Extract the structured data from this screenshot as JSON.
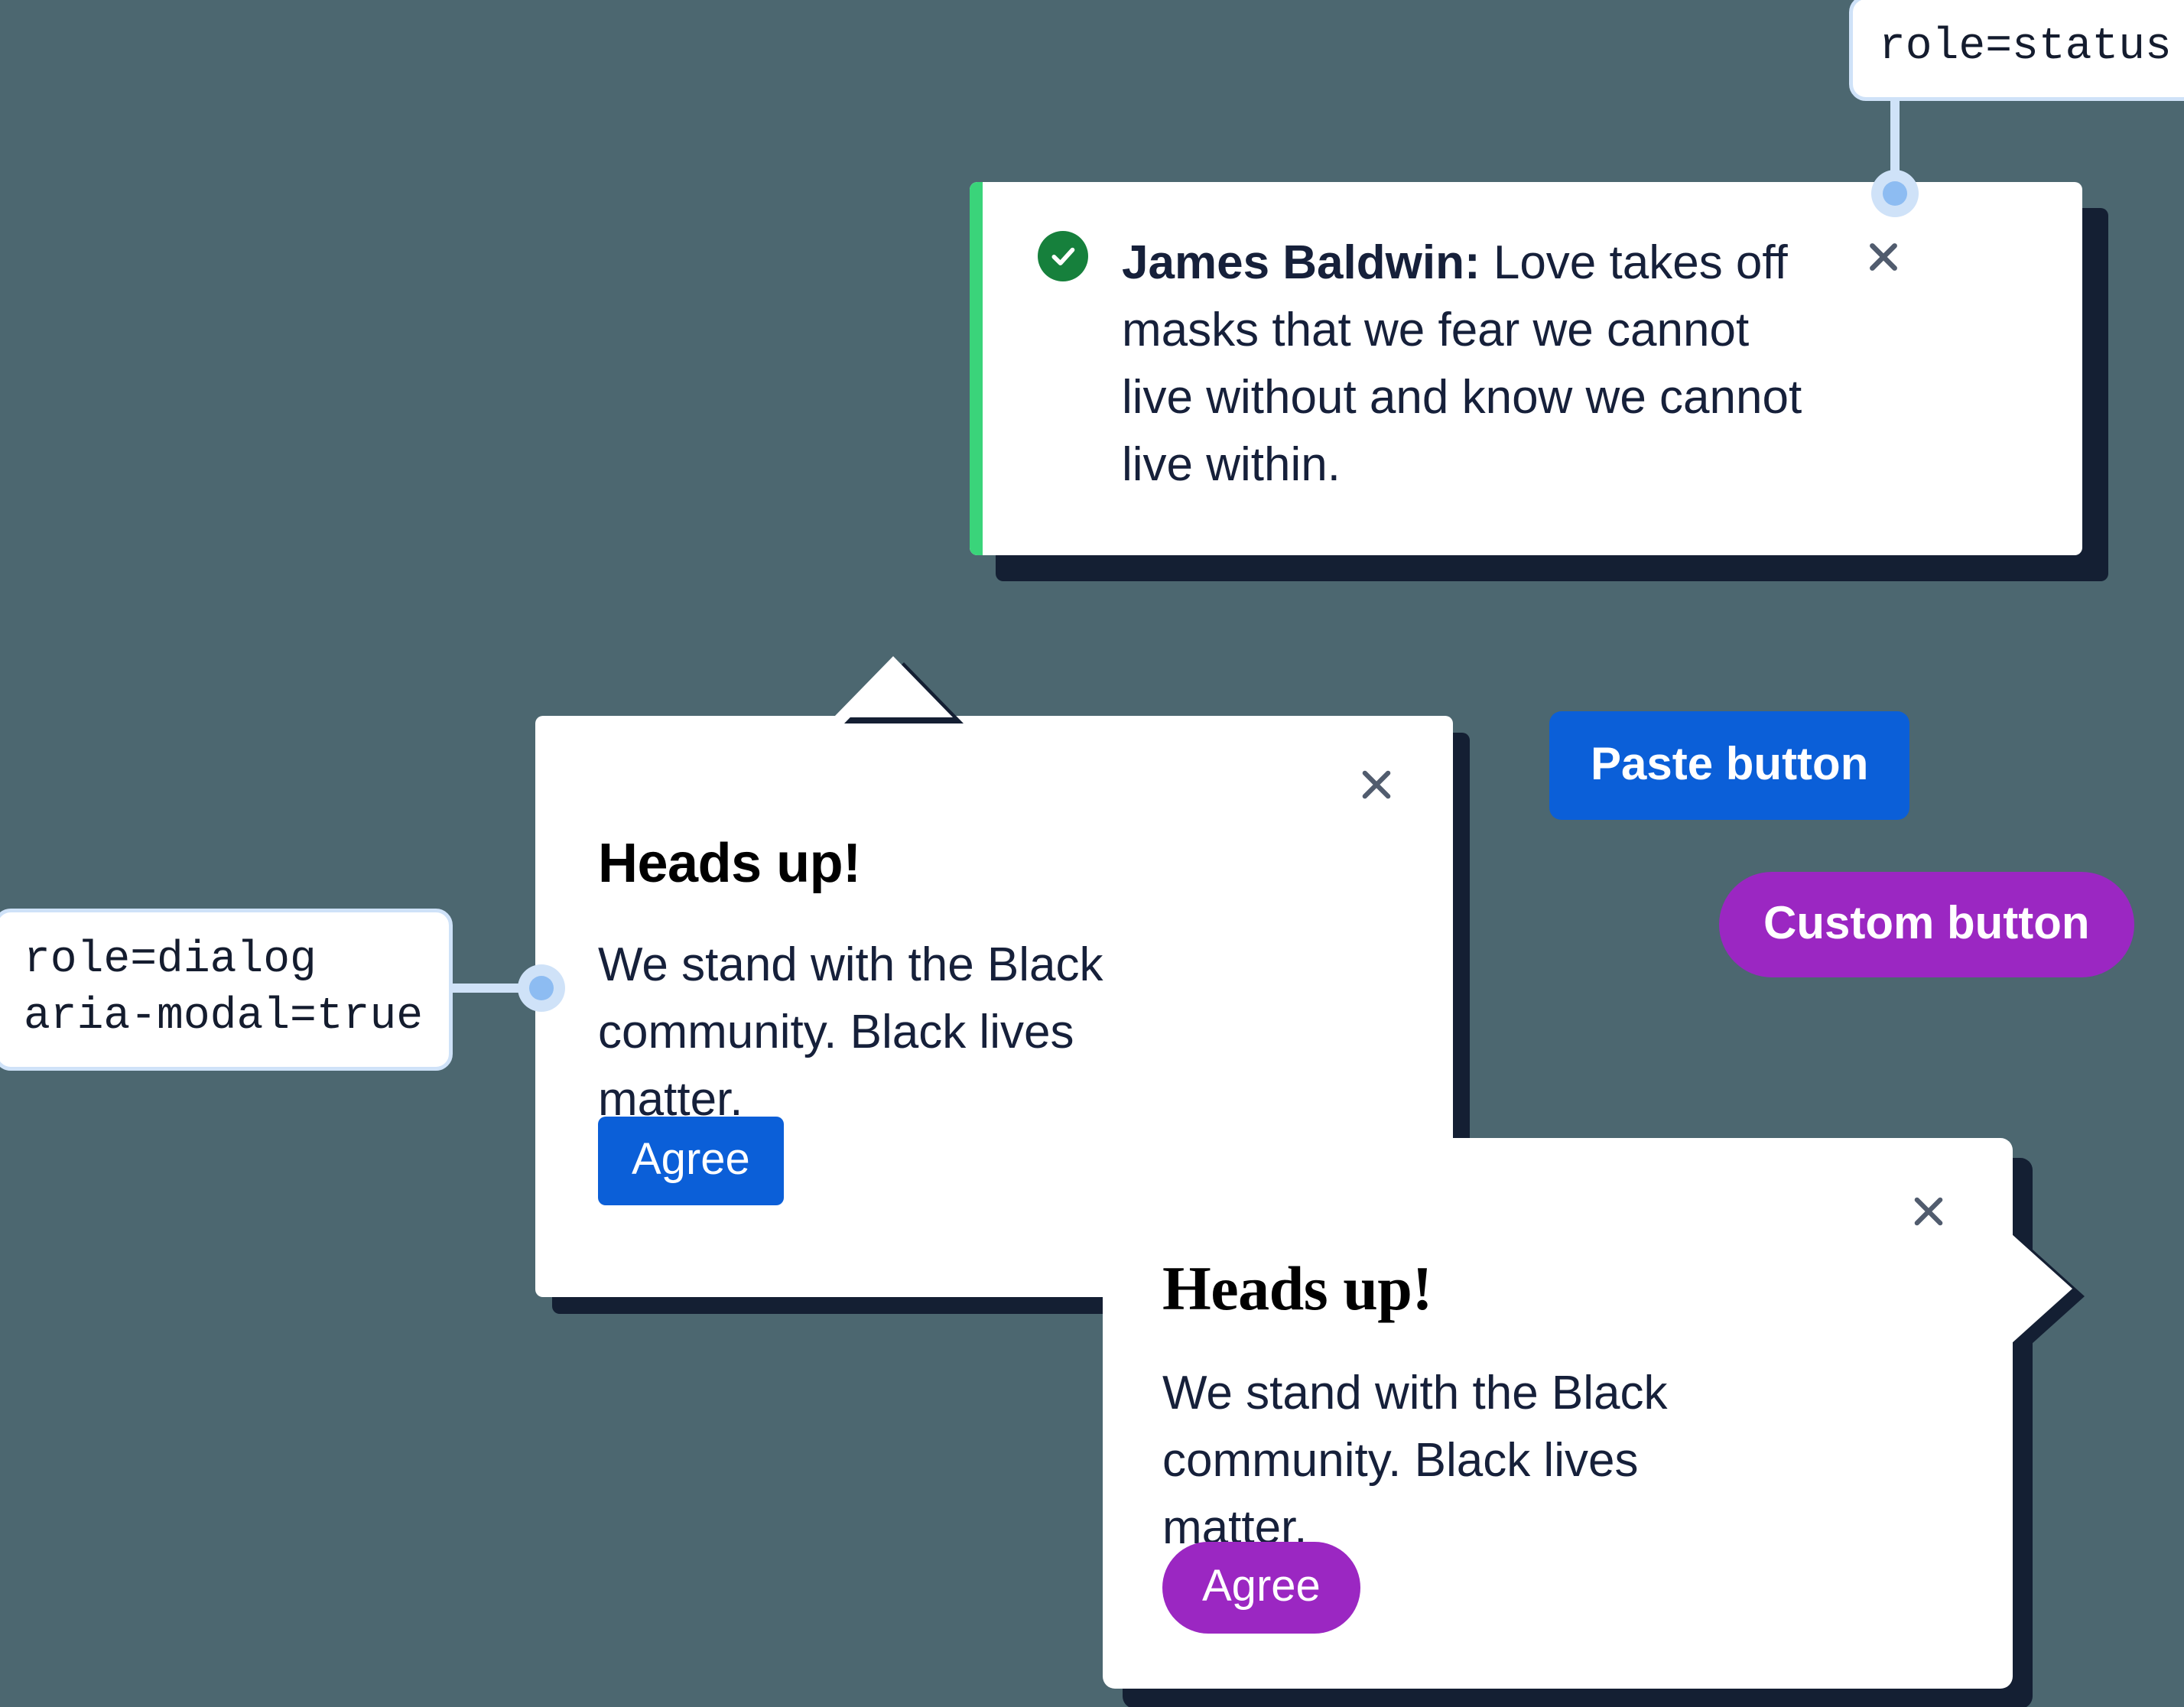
{
  "canvas": {
    "background_color": "#4c6770"
  },
  "annotations": [
    {
      "id": "status",
      "text": "role=status",
      "border_color": "#cfe2f8",
      "dot_color": "#8dbcf2"
    },
    {
      "id": "dialog",
      "text": "role=dialog\naria-modal=true",
      "border_color": "#cfe2f8",
      "dot_color": "#8dbcf2"
    }
  ],
  "toast": {
    "icon": "check-circle-icon",
    "icon_color": "#16803c",
    "stripe_color": "#3ad47a",
    "author": "James Baldwin:",
    "quote": " Love takes off masks that we fear we cannot live without and know we cannot live within.",
    "close_label": "close-icon",
    "shadow_color": "#141f33"
  },
  "dialog_blue": {
    "title": "Heads up!",
    "body": "We stand with the Black community. Black lives matter.",
    "agree_label": "Agree",
    "agree_color": "#0b5fd8",
    "close_label": "close-icon"
  },
  "dialog_purple": {
    "title": "Heads up!",
    "body": "We stand with the Black community. Black lives matter.",
    "agree_label": "Agree",
    "agree_color": "#9b27c2",
    "close_label": "close-icon"
  },
  "buttons": {
    "paste_label": "Paste button",
    "paste_color": "#0b5fd8",
    "custom_label": "Custom button",
    "custom_color": "#9b27c2"
  }
}
